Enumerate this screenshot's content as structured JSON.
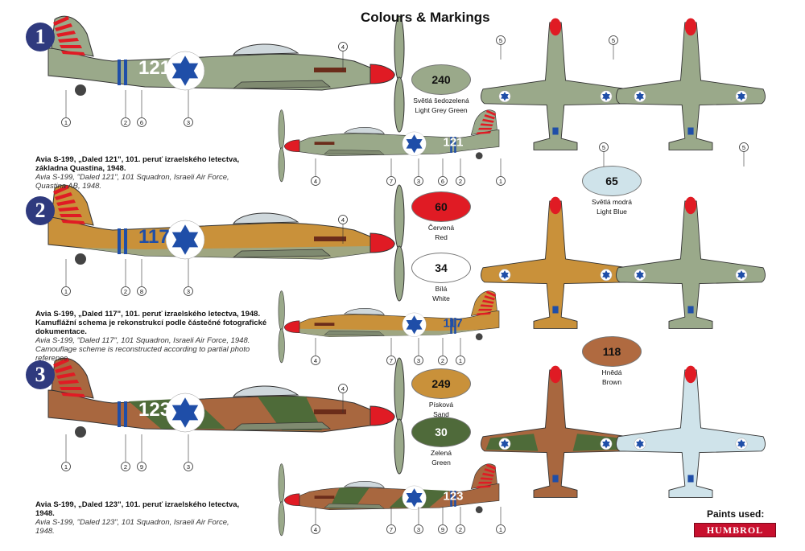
{
  "title": "Colours & Markings",
  "schemes": [
    {
      "number": "1",
      "code": "121",
      "lines": [
        {
          "text": "Avia S-199, „Daled 121\", 101. peruť izraelského letectva,",
          "style": "b"
        },
        {
          "text": "základna Quastina, 1948.",
          "style": "b"
        },
        {
          "text": "Avia S-199, \"Daled 121\", 101 Squadron, Israeli Air Force,",
          "style": "i"
        },
        {
          "text": "Quastina AB, 1948.",
          "style": "i"
        }
      ],
      "upper_callouts": [
        "1",
        "2",
        "6",
        "3",
        "4"
      ],
      "lower_callouts": [
        "4",
        "7",
        "3",
        "6",
        "2",
        "1"
      ]
    },
    {
      "number": "2",
      "code": "117",
      "lines": [
        {
          "text": "Avia S-199, „Daled 117\", 101. peruť izraelského letectva,   1948.",
          "style": "b"
        },
        {
          "text": "Kamuflážní schema je rekonstrukcí podle částečné fotografické",
          "style": "b"
        },
        {
          "text": "dokumentace.",
          "style": "b"
        },
        {
          "text": "Avia S-199, \"Daled 117\", 101 Squadron, Israeli Air Force,   1948.",
          "style": "i"
        },
        {
          "text": "Camouflage scheme is reconstructed according to partial photo",
          "style": "i"
        },
        {
          "text": "reference.",
          "style": "i"
        }
      ],
      "upper_callouts": [
        "1",
        "2",
        "8",
        "3",
        "4"
      ],
      "lower_callouts": [
        "4",
        "7",
        "3",
        "2",
        "1"
      ]
    },
    {
      "number": "3",
      "code": "123",
      "lines": [
        {
          "text": "Avia S-199, „Daled 123\", 101. peruť izraelského letectva,",
          "style": "b"
        },
        {
          "text": "1948.",
          "style": "b"
        },
        {
          "text": "Avia S-199, \"Daled 123\", 101 Squadron, Israeli Air Force,",
          "style": "i"
        },
        {
          "text": "1948.",
          "style": "i"
        }
      ],
      "upper_callouts": [
        "1",
        "2",
        "9",
        "3",
        "4"
      ],
      "lower_callouts": [
        "4",
        "7",
        "3",
        "9",
        "2",
        "1"
      ]
    }
  ],
  "plan_callouts": [
    "5",
    "5",
    "5",
    "5"
  ],
  "paints": [
    {
      "code": "240",
      "czech": "Světlá šedozelená",
      "english": "Light Grey Green",
      "color": "#9aa98a"
    },
    {
      "code": "65",
      "czech": "Světlá modrá",
      "english": "Light Blue",
      "color": "#cfe3ea"
    },
    {
      "code": "60",
      "czech": "Červená",
      "english": "Red",
      "color": "#e01b24"
    },
    {
      "code": "34",
      "czech": "Bílá",
      "english": "White",
      "color": "#ffffff"
    },
    {
      "code": "118",
      "czech": "Hnědá",
      "english": "Brown",
      "color": "#b06a40"
    },
    {
      "code": "249",
      "czech": "Písková",
      "english": "Sand",
      "color": "#c9913a"
    },
    {
      "code": "30",
      "czech": "Zelená",
      "english": "Green",
      "color": "#4f6a3a"
    }
  ],
  "paints_used": "Paints used:",
  "brand": "HUMBROL",
  "colors": {
    "grey_green": "#9aa98a",
    "sand": "#c9913a",
    "brown": "#a8673f",
    "green": "#4e6b39",
    "light_blue": "#cfe3ea",
    "roundel_blue": "#1f4ea8",
    "red": "#e01b24",
    "badge": "#2f3a7e"
  }
}
